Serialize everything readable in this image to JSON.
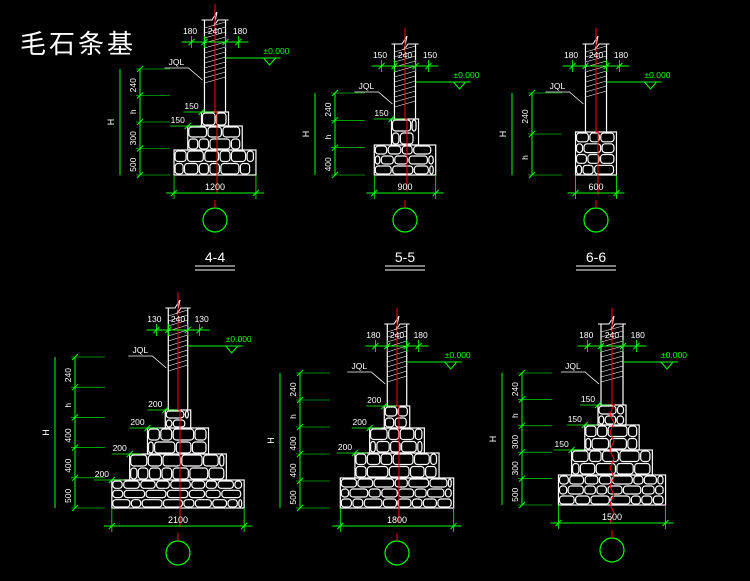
{
  "title": "毛石条基",
  "colors": {
    "background": "#000000",
    "lines": "#ffffff",
    "dimensions": "#00ff00",
    "axis": "#ff0000",
    "level": "#00ff00"
  },
  "labels": {
    "level": "±0.000",
    "ring_beam": "JQL",
    "height": "H",
    "h": "h"
  },
  "sections": [
    {
      "name": "4-4",
      "top": [
        "180",
        "240",
        "180"
      ],
      "steps": [
        "150",
        "150"
      ],
      "heights": [
        "240",
        "h",
        "300",
        "500"
      ],
      "width": "1200"
    },
    {
      "name": "5-5",
      "top": [
        "150",
        "240",
        "150"
      ],
      "steps": [
        "150"
      ],
      "heights": [
        "240",
        "h",
        "400"
      ],
      "width": "900"
    },
    {
      "name": "6-6",
      "top": [
        "180",
        "240",
        "180"
      ],
      "steps": [],
      "heights": [
        "240",
        "h"
      ],
      "width": "600"
    },
    {
      "name": "",
      "top": [
        "130",
        "240",
        "130"
      ],
      "steps": [
        "200",
        "200",
        "200",
        "200"
      ],
      "heights": [
        "240",
        "h",
        "400",
        "400",
        "500"
      ],
      "width": "2100"
    },
    {
      "name": "",
      "top": [
        "180",
        "240",
        "180"
      ],
      "steps": [
        "200",
        "200",
        "200"
      ],
      "heights": [
        "240",
        "h",
        "400",
        "400",
        "500"
      ],
      "width": "1800"
    },
    {
      "name": "",
      "top": [
        "180",
        "240",
        "180"
      ],
      "steps": [
        "150",
        "150",
        "150"
      ],
      "heights": [
        "240",
        "h",
        "300",
        "300",
        "500"
      ],
      "width": "1500"
    }
  ]
}
